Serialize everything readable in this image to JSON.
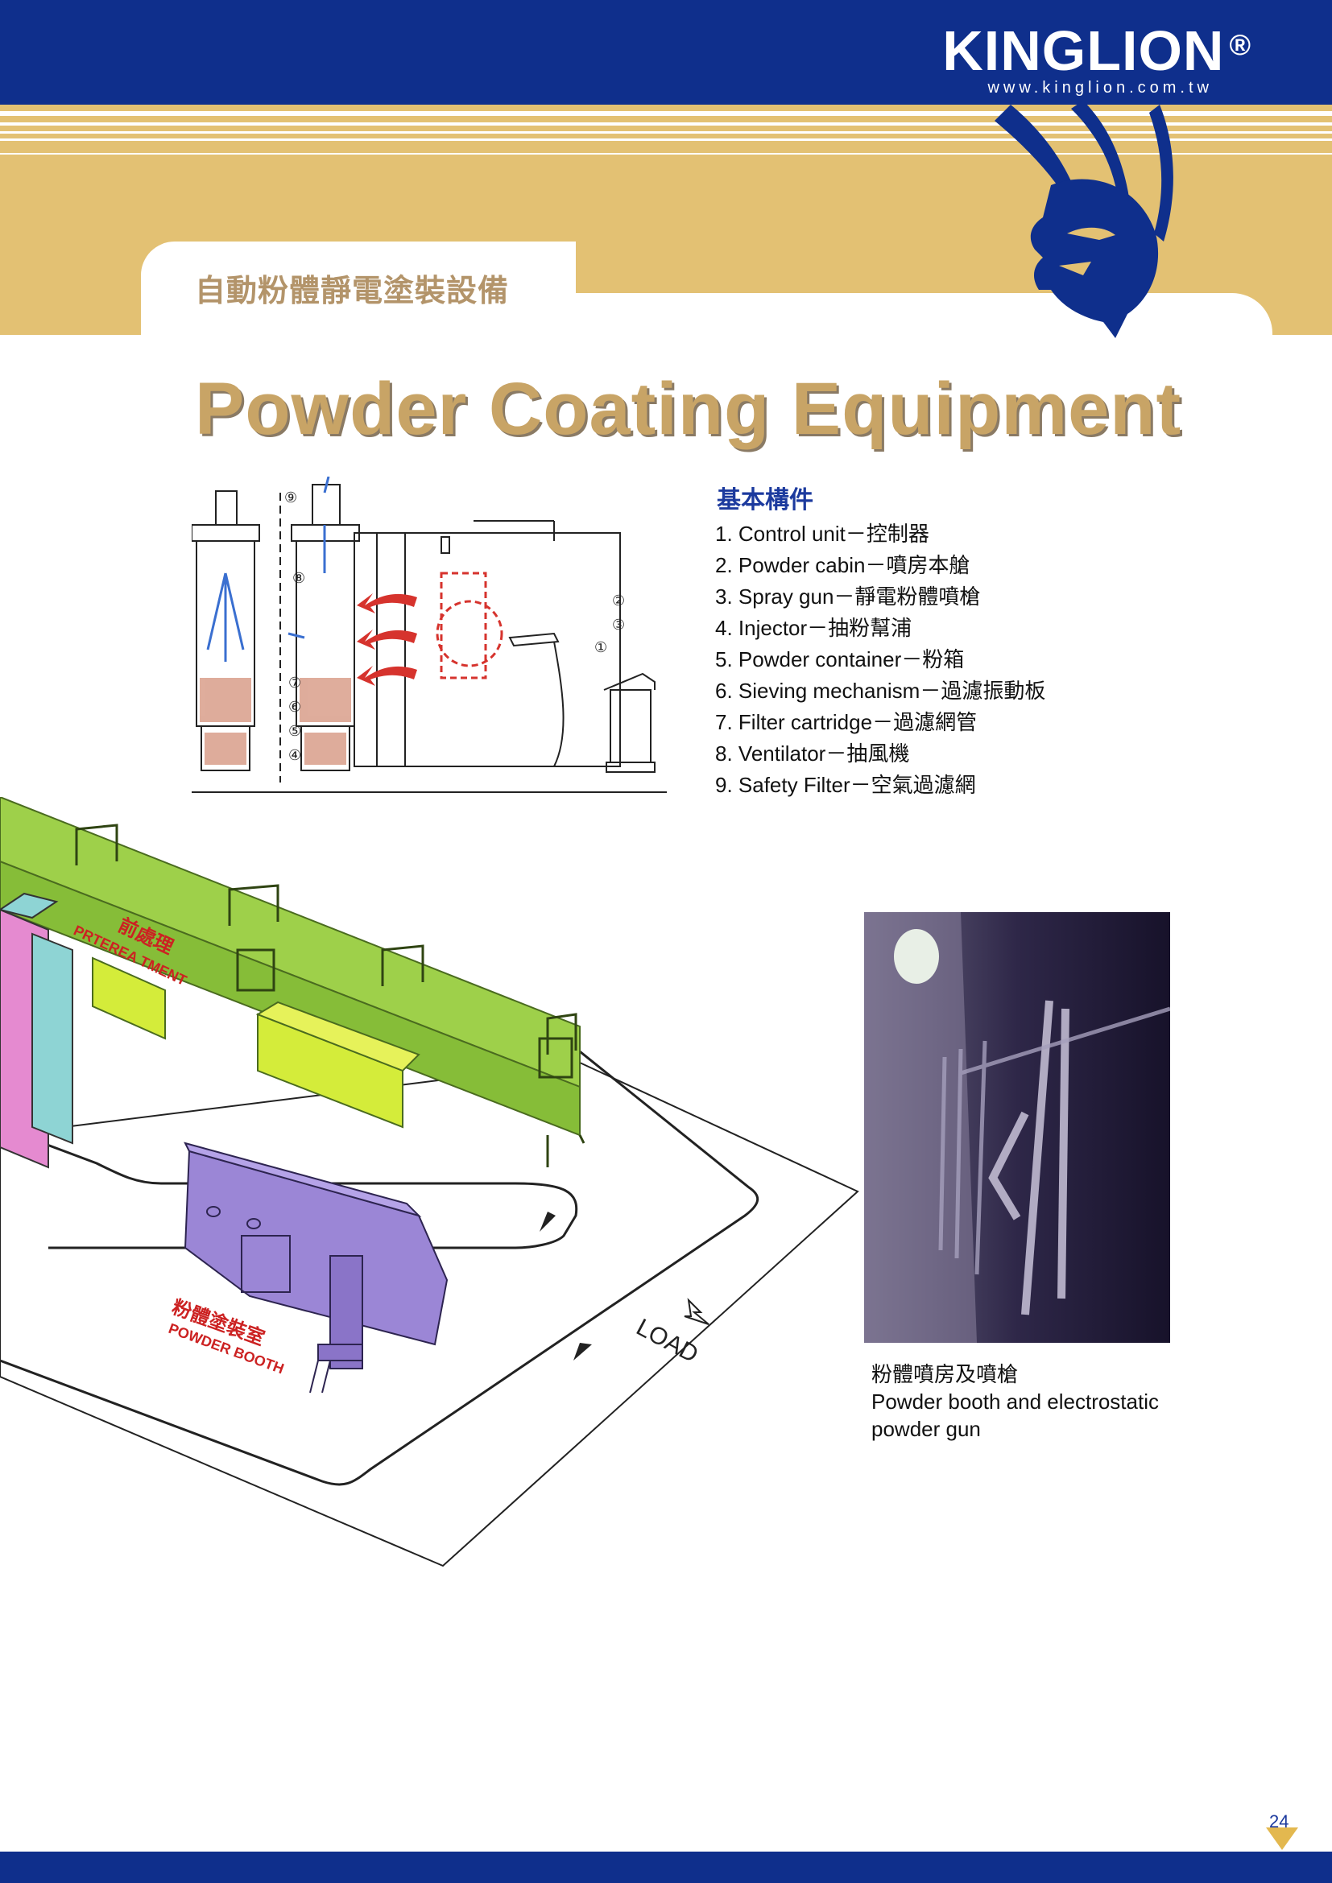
{
  "header": {
    "brand_name": "KINGLION",
    "brand_mark": "®",
    "website": "www.kinglion.com.tw",
    "logo_icon": "lion-head-icon",
    "brand_color": "#0f2f8c",
    "accent_color": "#e3c173"
  },
  "page": {
    "subtitle_zh": "自動粉體靜電塗裝設備",
    "title": "Powder Coating Equipment",
    "number": "24"
  },
  "components": {
    "title": "基本構件",
    "items": [
      "1. Control unit－控制器",
      "2. Powder cabin－噴房本艙",
      "3. Spray gun－靜電粉體噴槍",
      "4. Injector－抽粉幫浦",
      "5. Powder container－粉箱",
      "6. Sieving mechanism－過濾振動板",
      "7. Filter cartridge－過濾網管",
      "8. Ventilator－抽風機",
      "9. Safety Filter－空氣過濾網"
    ]
  },
  "schematic": {
    "callouts": [
      "①",
      "②",
      "③",
      "④",
      "⑤",
      "⑥",
      "⑦",
      "⑧",
      "⑨"
    ]
  },
  "layout_diagram": {
    "pretreatment_zh": "前處理",
    "pretreatment_en": "PRTEREA TMENT",
    "booth_zh": "粉體塗裝室",
    "booth_en": "POWDER BOOTH",
    "load": "LOAD"
  },
  "photo": {
    "caption_zh": "粉體噴房及噴槍",
    "caption_en": "Powder booth and electrostatic powder gun"
  }
}
